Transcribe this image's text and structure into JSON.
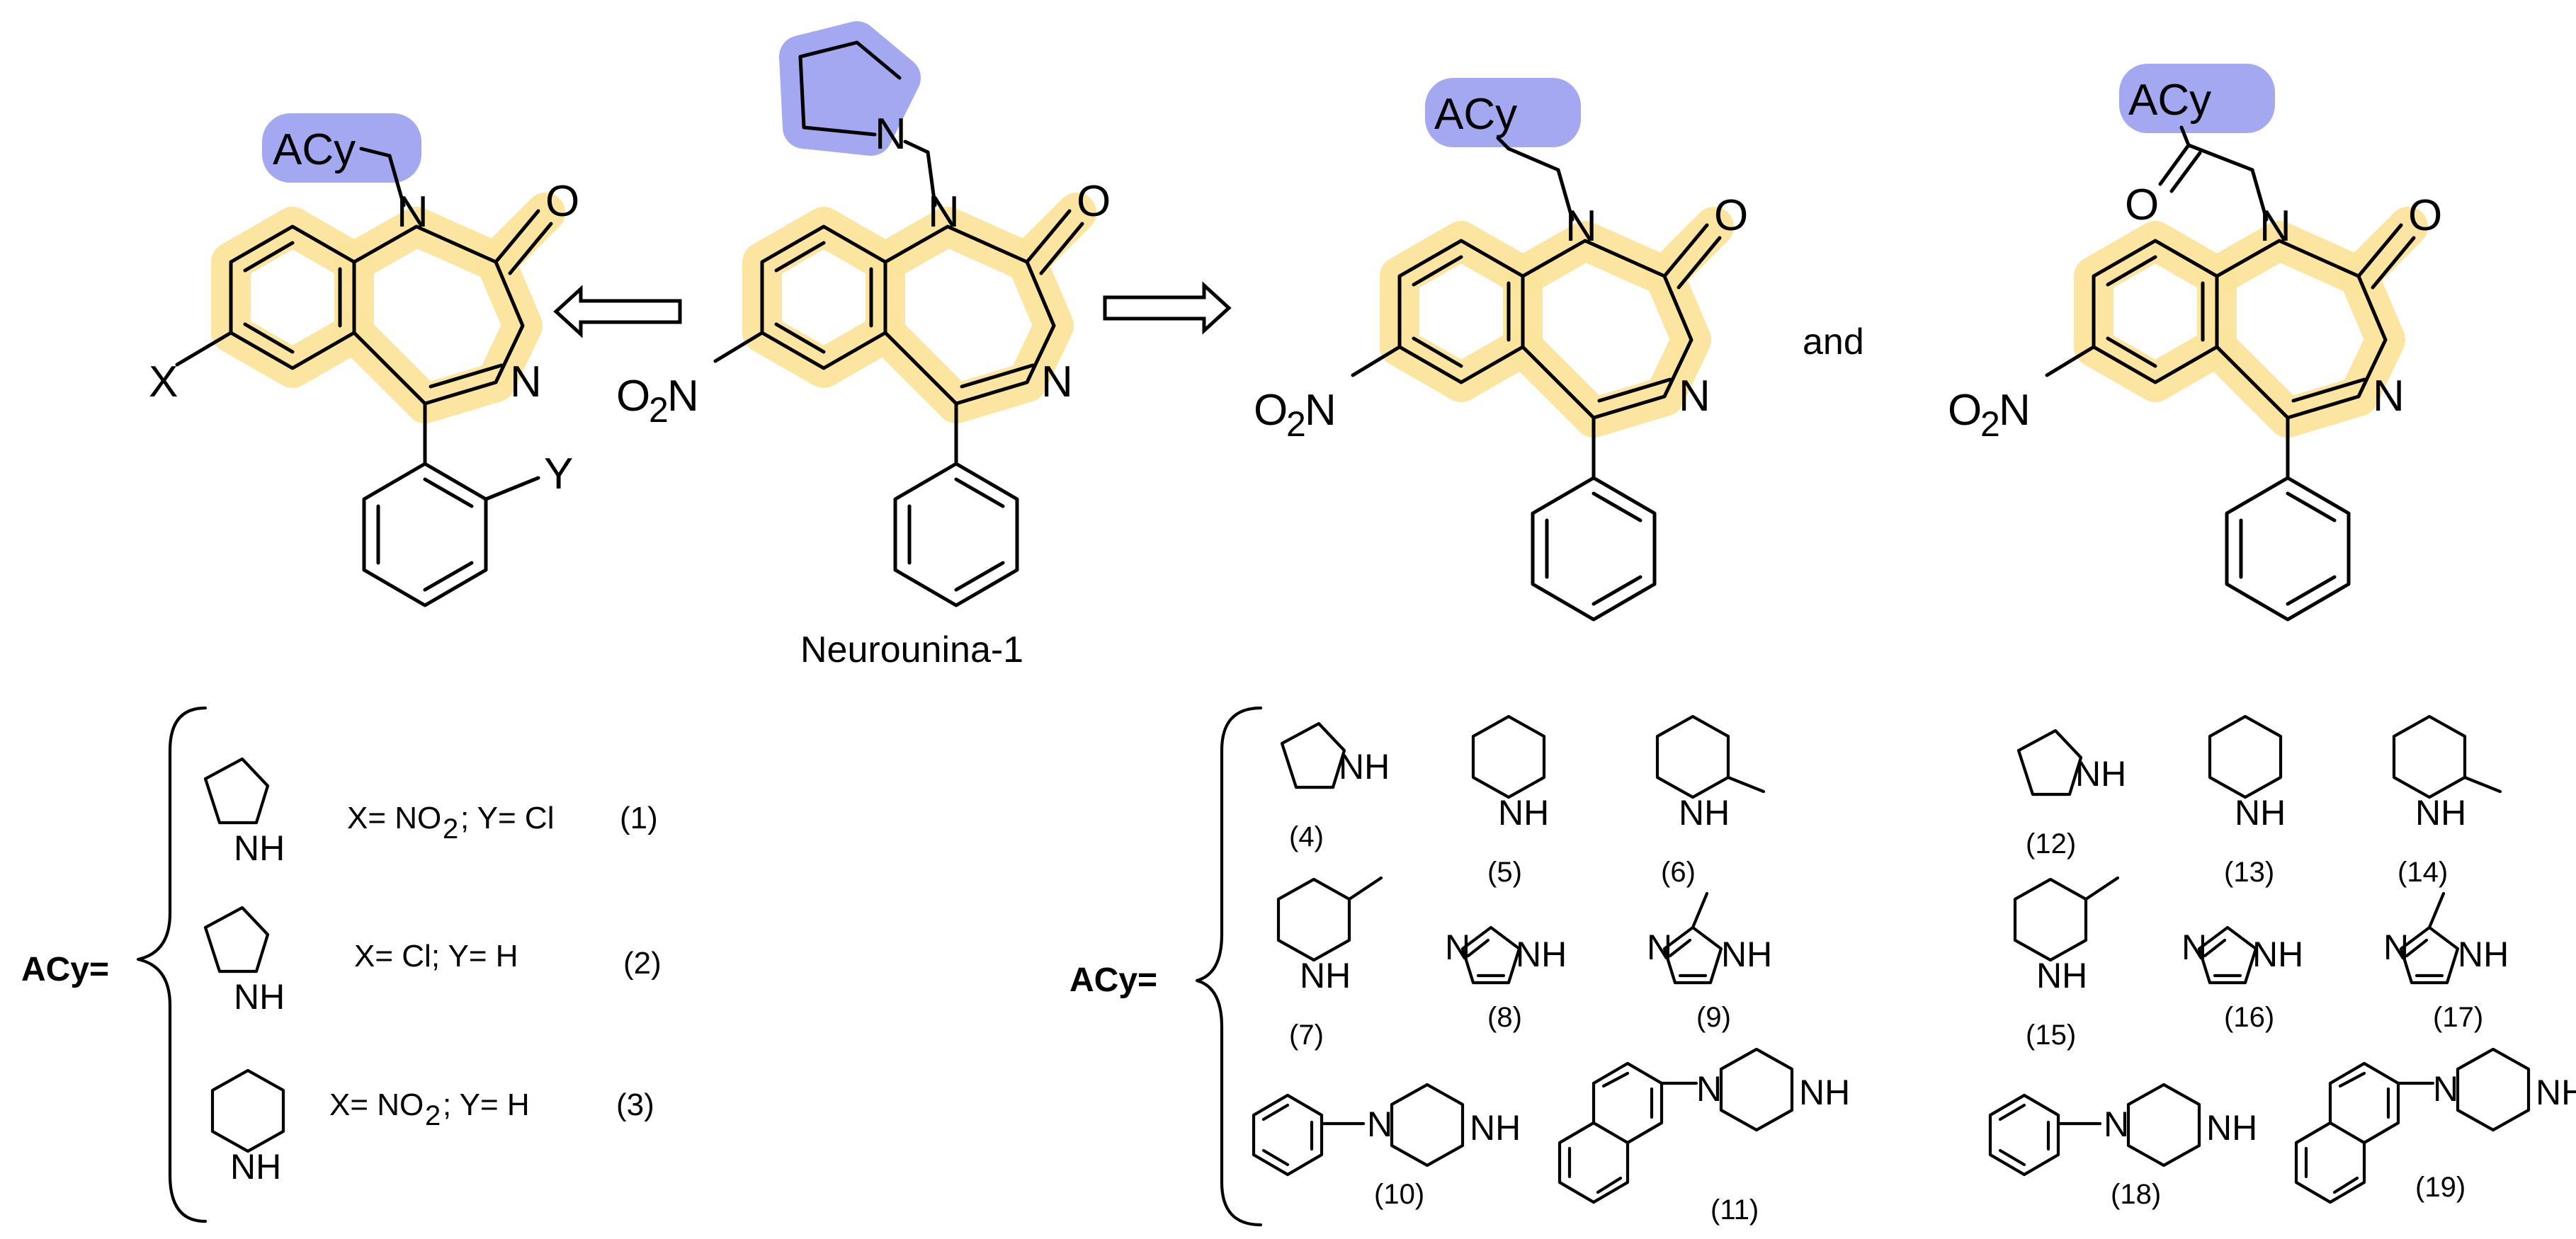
{
  "title": "",
  "scaffold_name": "Neurounina-1",
  "conjunction": "and",
  "acy_label": "ACy=",
  "acy_group": "ACy",
  "atoms": {
    "n": "N",
    "o": "O",
    "x": "X",
    "y": "Y",
    "nh": "NH",
    "h": "H",
    "no2_o": "O",
    "no2_sub": "2",
    "no2_n": "N"
  },
  "left_series": [
    {
      "ring": "pyrrolidine",
      "x_text": "X= NO",
      "x_sub": "2",
      "y_text": "; Y= Cl",
      "number": "(1)"
    },
    {
      "ring": "pyrrolidine",
      "x_text": "X= Cl; Y= H",
      "x_sub": "",
      "y_text": "",
      "number": "(2)"
    },
    {
      "ring": "piperidine",
      "x_text": "X= NO",
      "x_sub": "2",
      "y_text": "; Y= H",
      "number": "(3)"
    }
  ],
  "mid_series": [
    "(4)",
    "(5)",
    "(6)",
    "(7)",
    "(8)",
    "(9)",
    "(10)",
    "(11)"
  ],
  "right_series": [
    "(12)",
    "(13)",
    "(14)",
    "(15)",
    "(16)",
    "(17)",
    "(18)",
    "(19)"
  ],
  "colors": {
    "scaffold_highlight": "#fbe49b",
    "acy_highlight": "#a3a8f0"
  }
}
